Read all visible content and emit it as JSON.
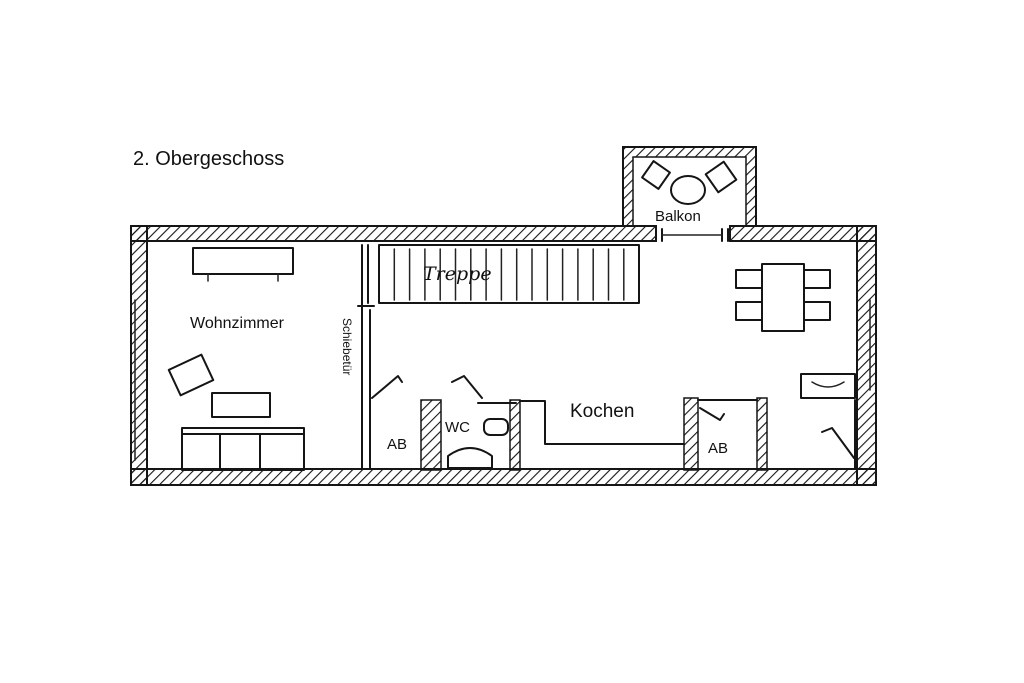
{
  "title": "2. Obergeschoss",
  "rooms": {
    "living": "Wohnzimmer",
    "sliding_door": "Schiebetür",
    "stairs": "Treppe",
    "balcony": "Balkon",
    "kitchen": "Kochen",
    "wc": "WC",
    "storage_left": "AB",
    "storage_right": "AB"
  },
  "colors": {
    "ink": "#151515",
    "paper": "#ffffff"
  }
}
